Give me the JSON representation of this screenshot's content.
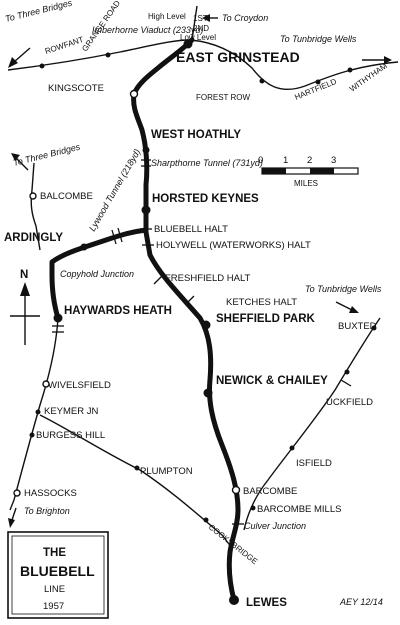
{
  "map": {
    "title_box": {
      "line1": "THE",
      "line2": "BLUEBELL",
      "line3": "LINE",
      "year": "1957"
    },
    "ref_code": "AEY 12/14",
    "scale_bar": {
      "ticks": [
        "0",
        "1",
        "2",
        "3"
      ],
      "unit": "MILES"
    },
    "north_arrow": "N",
    "pointers": {
      "to_three_bridges_top": "To Three Bridges",
      "to_croydon": "To Croydon",
      "to_tunbridge_wells_top": "To Tunbridge Wells",
      "to_three_bridges_mid": "To Three Bridges",
      "to_tunbridge_wells_mid": "To Tunbridge Wells",
      "to_brighton": "To Brighton"
    },
    "bluebell_stations": {
      "east_grinstead": "EAST GRINSTEAD",
      "high_level": "High Level",
      "low_level": "Low Level",
      "first_level": "1ST",
      "second_level": "2ND",
      "kingscote": "KINGSCOTE",
      "west_hoathly": "WEST HOATHLY",
      "horsted_keynes": "HORSTED KEYNES",
      "ardingly": "ARDINGLY",
      "haywards_heath": "HAYWARDS HEATH",
      "sheffield_park": "SHEFFIELD PARK",
      "newick_chailey": "NEWICK & CHAILEY",
      "barcombe": "BARCOMBE",
      "lewes": "LEWES"
    },
    "halts": {
      "bluebell": "BLUEBELL HALT",
      "holywell": "HOLYWELL (WATERWORKS) HALT",
      "freshfield": "FRESHFIELD HALT",
      "ketches": "KETCHES HALT"
    },
    "other_stations": {
      "rowfant": "ROWFANT",
      "grange_road": "GRANGE ROAD",
      "forest_row": "FOREST ROW",
      "hartfield": "HARTFIELD",
      "withyham": "WITHYHAM",
      "balcombe": "BALCOMBE",
      "wivelsfield": "WIVELSFIELD",
      "keymer_jn": "KEYMER JN",
      "burgess_hill": "BURGESS HILL",
      "hassocks": "HASSOCKS",
      "plumpton": "PLUMPTON",
      "cooksbridge": "COOKSBRIDGE",
      "buxted": "BUXTED",
      "uckfield": "UCKFIELD",
      "isfield": "ISFIELD",
      "barcombe_mills": "BARCOMBE MILLS"
    },
    "features": {
      "imberhorne_viaduct": "Imberhorne Viaduct (233yd)",
      "sharpthorne_tunnel": "Sharpthorne Tunnel (731yd)",
      "lywood_tunnel": "Lywood Tunnel (218yd)",
      "copyhold_junction": "Copyhold Junction",
      "culver_junction": "Culver Junction"
    }
  }
}
